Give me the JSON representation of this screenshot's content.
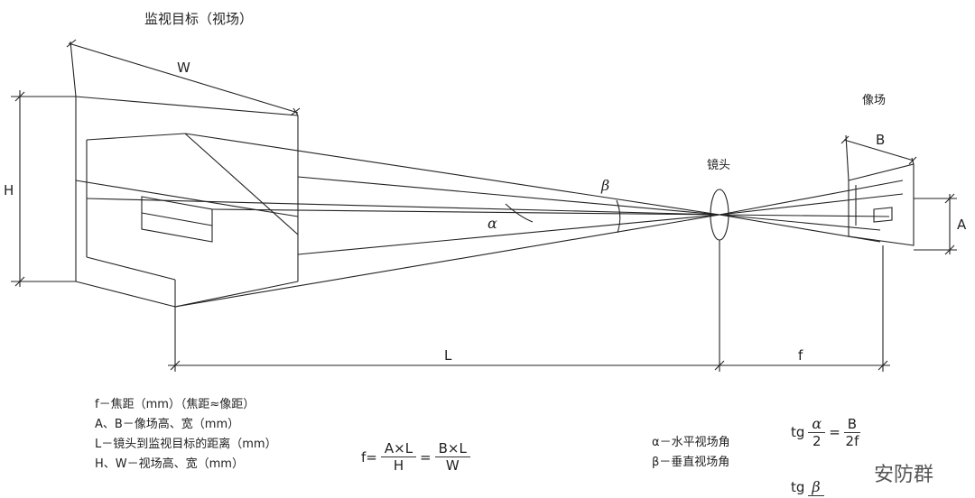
{
  "labels": {
    "target_title": "监视目标（视场）",
    "W": "W",
    "H": "H",
    "beta": "β",
    "alpha": "α",
    "lens": "镜头",
    "image_field": "像场",
    "B": "B",
    "A": "A",
    "L": "L",
    "f": "f"
  },
  "legend": [
    "f－焦距（mm）（焦距≈像距）",
    "A、B－像场高、宽（mm）",
    "L－镜头到监视目标的距离（mm）",
    "H、W－视场高、宽（mm）"
  ],
  "formula_f": {
    "lhs": "f=",
    "num1": "A×L",
    "den1": "H",
    "eq": "=",
    "num2": "B×L",
    "den2": "W"
  },
  "angle_legend": [
    "α－水平视场角",
    "β－垂直视场角"
  ],
  "formula_tg_alpha": {
    "tg": "tg",
    "num1": "α",
    "den1": "2",
    "eq": "=",
    "num2": "B",
    "den2": "2f"
  },
  "formula_tg_beta": {
    "tg": "tg",
    "num1": "β"
  },
  "watermark": "安防群"
}
